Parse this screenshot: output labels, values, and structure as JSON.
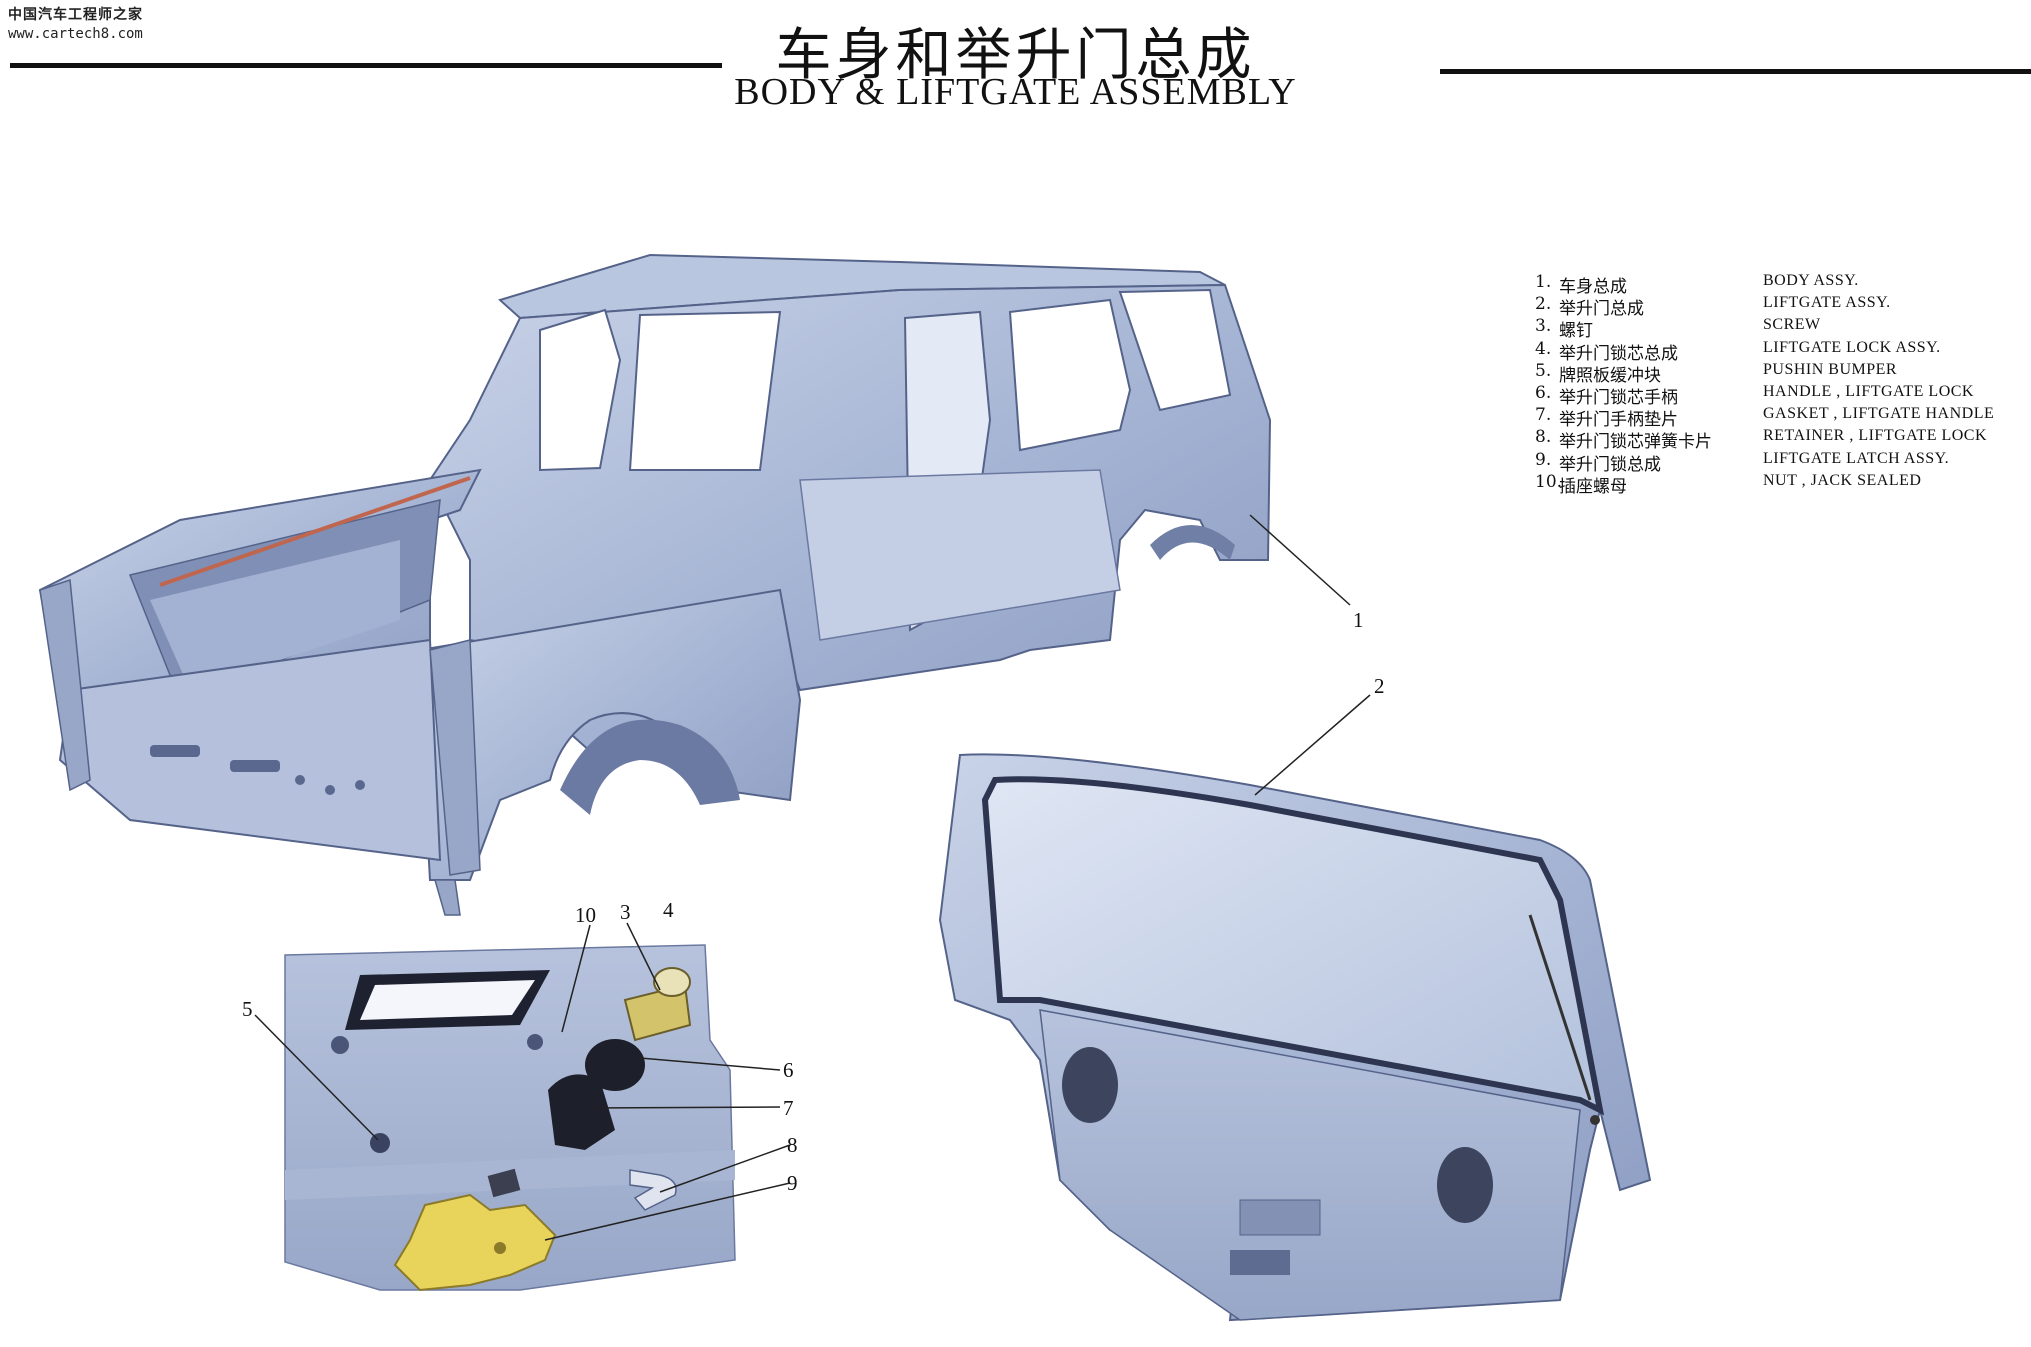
{
  "watermark": {
    "site_name": "中国汽车工程师之家",
    "url": "www.cartech8.com"
  },
  "title": {
    "chinese": "车身和举升门总成",
    "english": "BODY & LIFTGATE ASSEMBLY"
  },
  "legend": [
    {
      "num": "1.",
      "cn": "车身总成",
      "en": "BODY ASSY."
    },
    {
      "num": "2.",
      "cn": "举升门总成",
      "en": "LIFTGATE ASSY."
    },
    {
      "num": "3.",
      "cn": "螺钉",
      "en": "SCREW"
    },
    {
      "num": "4.",
      "cn": "举升门锁芯总成",
      "en": "LIFTGATE LOCK ASSY."
    },
    {
      "num": "5.",
      "cn": "牌照板缓冲块",
      "en": "PUSHIN BUMPER"
    },
    {
      "num": "6.",
      "cn": "举升门锁芯手柄",
      "en": "HANDLE , LIFTGATE LOCK"
    },
    {
      "num": "7.",
      "cn": "举升门手柄垫片",
      "en": "GASKET , LIFTGATE HANDLE"
    },
    {
      "num": "8.",
      "cn": "举升门锁芯弹簧卡片",
      "en": "RETAINER , LIFTGATE LOCK"
    },
    {
      "num": "9.",
      "cn": "举升门锁总成",
      "en": "LIFTGATE LATCH ASSY."
    },
    {
      "num": "10.",
      "cn": "插座螺母",
      "en": "NUT , JACK SEALED"
    }
  ],
  "callouts": {
    "c1": "1",
    "c2": "2",
    "c3": "3",
    "c4": "4",
    "c5": "5",
    "c6": "6",
    "c7": "7",
    "c8": "8",
    "c9": "9",
    "c10": "10"
  },
  "colors": {
    "body_blue": "#a9b8d6",
    "body_dark": "#6f7fa6",
    "latch_yellow": "#e8d45a",
    "background": "#ffffff"
  }
}
